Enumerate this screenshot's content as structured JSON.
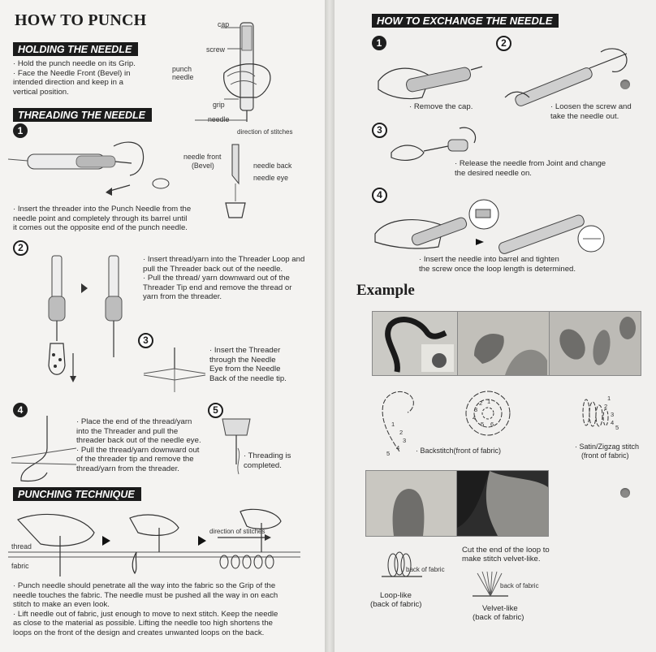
{
  "left": {
    "title": "HOW TO PUNCH",
    "holding": {
      "heading": "HOLDING THE NEEDLE",
      "lines": [
        "· Hold the punch needle on its Grip.",
        "· Face the Needle Front (Bevel) in",
        "  intended direction and keep in a",
        "  vertical position."
      ],
      "labels": {
        "cap": "cap",
        "screw": "screw",
        "punch1": "punch",
        "punch2": "needle",
        "grip": "grip",
        "needle": "needle",
        "direction": "direction of stitches",
        "front1": "needle front",
        "front2": "(Bevel)",
        "back": "needle back",
        "eye": "needle eye"
      }
    },
    "threading": {
      "heading": "THREADING THE NEEDLE",
      "steps": [
        {
          "n": "1",
          "lines": [
            "· Insert the threader into the Punch Needle from the",
            "  needle point and completely through its barrel until",
            "  it comes out the opposite end of the punch needle."
          ]
        },
        {
          "n": "2",
          "lines": [
            "· Insert thread/yarn into the Threader Loop and",
            "  pull the Threader back out of the needle.",
            "",
            "· Pull the thread/ yarn downward out  of the",
            "  Threader Tip end and remove  the thread or",
            "  yarn from the threader."
          ]
        },
        {
          "n": "3",
          "lines": [
            "· Insert the Threader",
            "  through the Needle",
            "  Eye from the Needle",
            "  Back of the needle tip."
          ]
        },
        {
          "n": "4",
          "lines": [
            "· Place the end of the thread/yarn",
            "  into the Threader and pull the",
            "  threader back out of the needle eye.",
            "· Pull the thread/yarn downward out",
            "  of the threader tip and remove the",
            "  thread/yarn from the threader."
          ]
        },
        {
          "n": "5",
          "lines": [
            "· Threading is",
            "  completed."
          ]
        }
      ]
    },
    "punching": {
      "heading": "PUNCHING TECHNIQUE",
      "labels": {
        "thread": "thread",
        "fabric": "fabric",
        "direction": "direction of stitches"
      },
      "lines": [
        "· Punch needle should penetrate all the way into the fabric so the Grip of the",
        "  needle touches the fabric. The needle must be pushed all the way in on each",
        "  stitch to make an even look.",
        "· Lift needle out of fabric, just enough to move to next stitch. Keep the needle",
        "  as close to the material as possible. Lifting the needle too high shortens the",
        "  loops on the front of the design and creates unwanted loops on the back."
      ]
    }
  },
  "right": {
    "exchange": {
      "heading": "HOW TO EXCHANGE THE NEEDLE",
      "steps": [
        {
          "n": "1",
          "lines": [
            "· Remove the cap."
          ]
        },
        {
          "n": "2",
          "lines": [
            "· Loosen the screw and",
            "  take the needle out."
          ]
        },
        {
          "n": "3",
          "lines": [
            "· Release the needle from Joint and change",
            "  the desired needle on."
          ]
        },
        {
          "n": "4",
          "lines": [
            "· Insert the needle into barrel and tighten",
            "  the screw once the loop length is determined."
          ]
        }
      ]
    },
    "example": {
      "title": "Example",
      "backstitch": "· Backstitch(front of fabric)",
      "satin1": "· Satin/Zigzag stitch",
      "satin2": "(front of fabric)",
      "cut1": "Cut the end of the loop to",
      "cut2": "make stitch velvet-like.",
      "loop_back": "back of fabric",
      "velvet_back": "back of fabric",
      "loop1": "Loop-like",
      "loop2": "(back of fabric)",
      "velvet1": "Velvet-like",
      "velvet2": "(back of fabric)",
      "nums_back": [
        "1",
        "2",
        "3",
        "4",
        "5"
      ],
      "nums_circle": [
        "1",
        "2",
        "3",
        "4",
        "5",
        "6"
      ],
      "nums_satin": [
        "1",
        "2",
        "3",
        "4",
        "5"
      ]
    }
  }
}
